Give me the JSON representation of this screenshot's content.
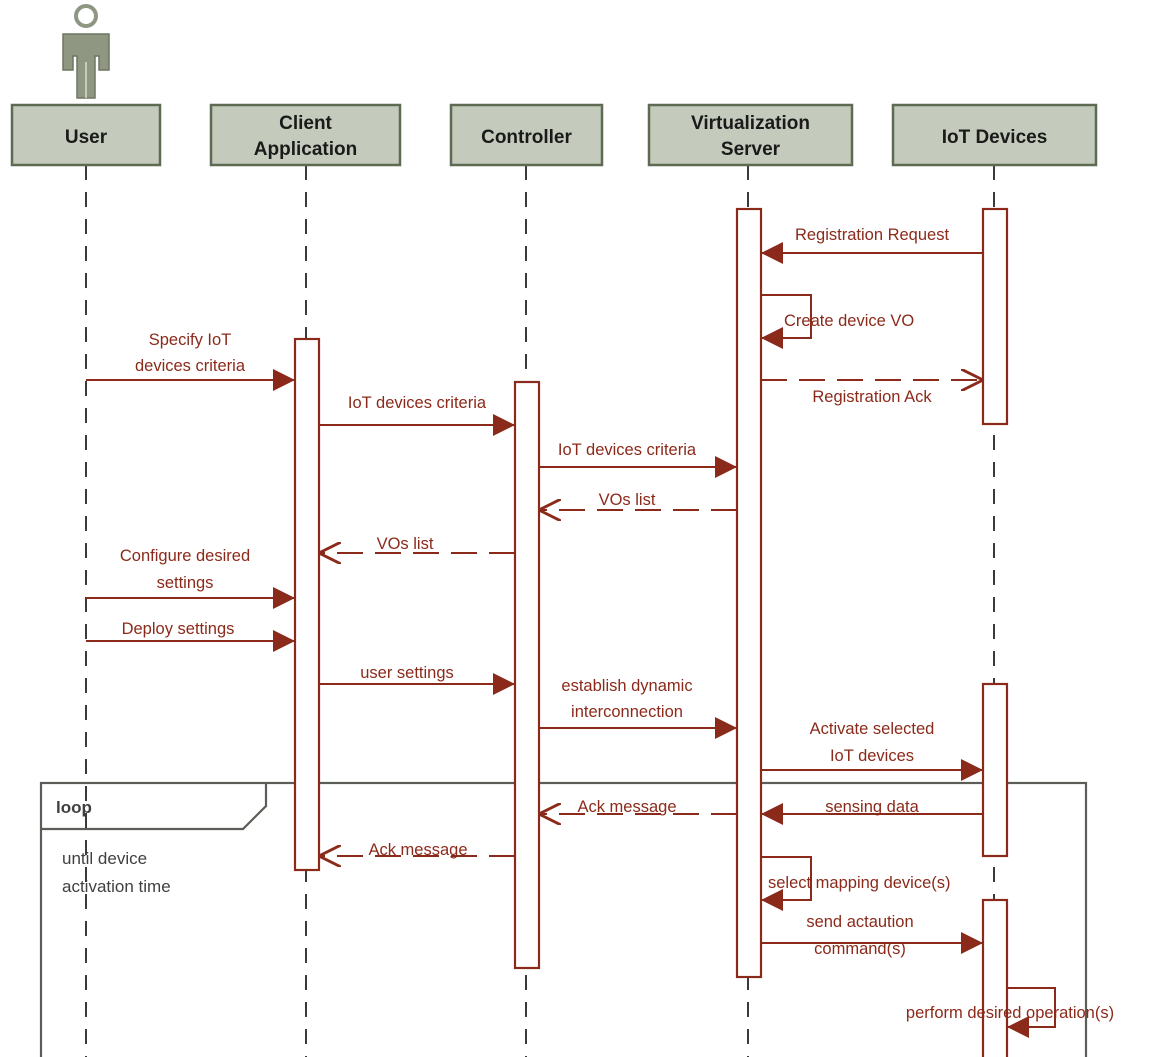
{
  "lifelines": [
    {
      "id": "user",
      "label": [
        "User"
      ]
    },
    {
      "id": "client",
      "label": [
        "Client",
        "Application"
      ]
    },
    {
      "id": "controller",
      "label": [
        "Controller"
      ]
    },
    {
      "id": "vserver",
      "label": [
        "Virtualization",
        "Server"
      ]
    },
    {
      "id": "iot",
      "label": [
        "IoT Devices"
      ]
    }
  ],
  "actor": {
    "icon": "actor-icon",
    "lifeline": "user"
  },
  "messages": [
    {
      "id": "registration-request",
      "from": "iot",
      "to": "vserver",
      "kind": "sync",
      "label": [
        "Registration Request"
      ]
    },
    {
      "id": "create-device-vo",
      "from": "vserver",
      "to": "vserver",
      "kind": "self",
      "label": [
        "Create device VO"
      ]
    },
    {
      "id": "specify-criteria",
      "from": "user",
      "to": "client",
      "kind": "sync",
      "label": [
        "Specify IoT",
        "devices criteria"
      ]
    },
    {
      "id": "registration-ack",
      "from": "vserver",
      "to": "iot",
      "kind": "reply",
      "label": [
        "Registration Ack"
      ]
    },
    {
      "id": "criteria-to-controller",
      "from": "client",
      "to": "controller",
      "kind": "sync",
      "label": [
        "IoT devices criteria"
      ]
    },
    {
      "id": "criteria-to-server",
      "from": "controller",
      "to": "vserver",
      "kind": "sync",
      "label": [
        "IoT devices criteria"
      ]
    },
    {
      "id": "vos-list-to-controller",
      "from": "vserver",
      "to": "controller",
      "kind": "reply",
      "label": [
        "VOs list"
      ]
    },
    {
      "id": "vos-list-to-client",
      "from": "controller",
      "to": "client",
      "kind": "reply",
      "label": [
        "VOs list"
      ]
    },
    {
      "id": "configure-settings",
      "from": "user",
      "to": "client",
      "kind": "sync",
      "label": [
        "Configure desired",
        "settings"
      ]
    },
    {
      "id": "deploy-settings",
      "from": "user",
      "to": "client",
      "kind": "sync",
      "label": [
        "Deploy settings"
      ]
    },
    {
      "id": "user-settings",
      "from": "client",
      "to": "controller",
      "kind": "sync",
      "label": [
        "user settings"
      ]
    },
    {
      "id": "establish-interconnection",
      "from": "controller",
      "to": "vserver",
      "kind": "sync",
      "label": [
        "establish dynamic",
        "interconnection"
      ]
    },
    {
      "id": "activate-devices",
      "from": "vserver",
      "to": "iot",
      "kind": "sync",
      "label": [
        "Activate selected",
        "IoT devices"
      ]
    },
    {
      "id": "sensing-data",
      "from": "iot",
      "to": "vserver",
      "kind": "sync",
      "label": [
        "sensing data"
      ]
    },
    {
      "id": "ack-to-controller",
      "from": "vserver",
      "to": "controller",
      "kind": "reply",
      "label": [
        "Ack message"
      ]
    },
    {
      "id": "ack-to-client",
      "from": "controller",
      "to": "client",
      "kind": "reply",
      "label": [
        "Ack message"
      ]
    },
    {
      "id": "select-mapping",
      "from": "vserver",
      "to": "vserver",
      "kind": "self",
      "label": [
        "select mapping device(s)"
      ]
    },
    {
      "id": "send-actuation",
      "from": "vserver",
      "to": "iot",
      "kind": "sync",
      "label": [
        "send actaution",
        "command(s)"
      ]
    },
    {
      "id": "perform-operation",
      "from": "iot",
      "to": "iot",
      "kind": "self",
      "label": [
        "perform desired operation(s)"
      ]
    }
  ],
  "loop": {
    "title": "loop",
    "guard": [
      "until device",
      "activation time"
    ]
  },
  "colors": {
    "header_fill": "#c4cbbc",
    "header_border": "#5e6a52",
    "actor": "#8f9783",
    "message": "#8b2a1a",
    "frame": "#5a5e56",
    "lifeline": "#3a3a3a"
  }
}
